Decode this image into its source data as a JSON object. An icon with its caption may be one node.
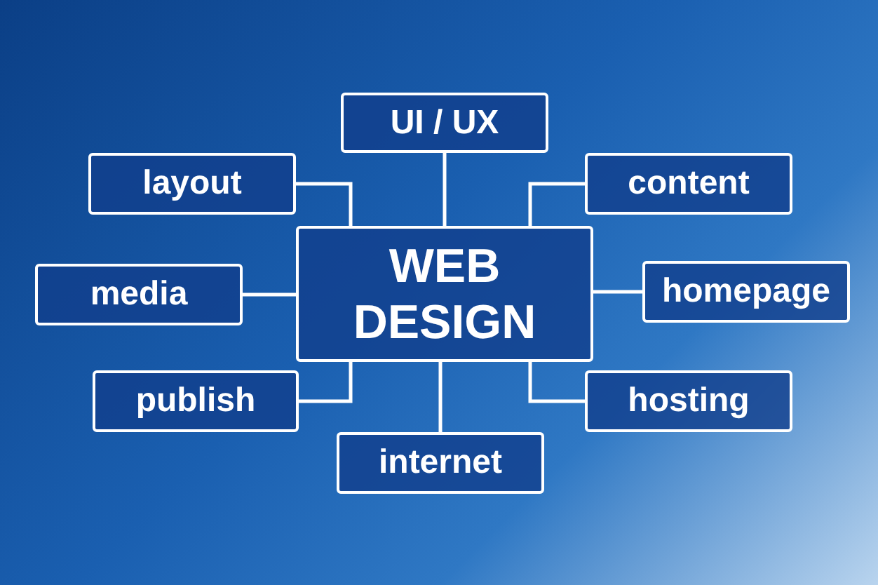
{
  "diagram": {
    "nodes": [
      {
        "text": [
          "WEB DESIGN"
        ]
      },
      {
        "text": [
          "UI / UX"
        ]
      },
      {
        "text": [
          "layout"
        ]
      },
      {
        "text": [
          "content"
        ]
      },
      {
        "text": [
          "media"
        ]
      },
      {
        "text": [
          "homepage"
        ]
      },
      {
        "text": [
          "publish"
        ]
      },
      {
        "text": [
          "hosting"
        ]
      },
      {
        "text": [
          "internet"
        ]
      }
    ],
    "edges": [
      {
        "from": 0,
        "to": 1,
        "arrow": "none"
      },
      {
        "from": 0,
        "to": 2,
        "arrow": "none"
      },
      {
        "from": 0,
        "to": 3,
        "arrow": "none"
      },
      {
        "from": 0,
        "to": 4,
        "arrow": "none"
      },
      {
        "from": 0,
        "to": 5,
        "arrow": "none"
      },
      {
        "from": 0,
        "to": 6,
        "arrow": "none"
      },
      {
        "from": 0,
        "to": 7,
        "arrow": "none"
      },
      {
        "from": 0,
        "to": 8,
        "arrow": "none"
      }
    ]
  }
}
